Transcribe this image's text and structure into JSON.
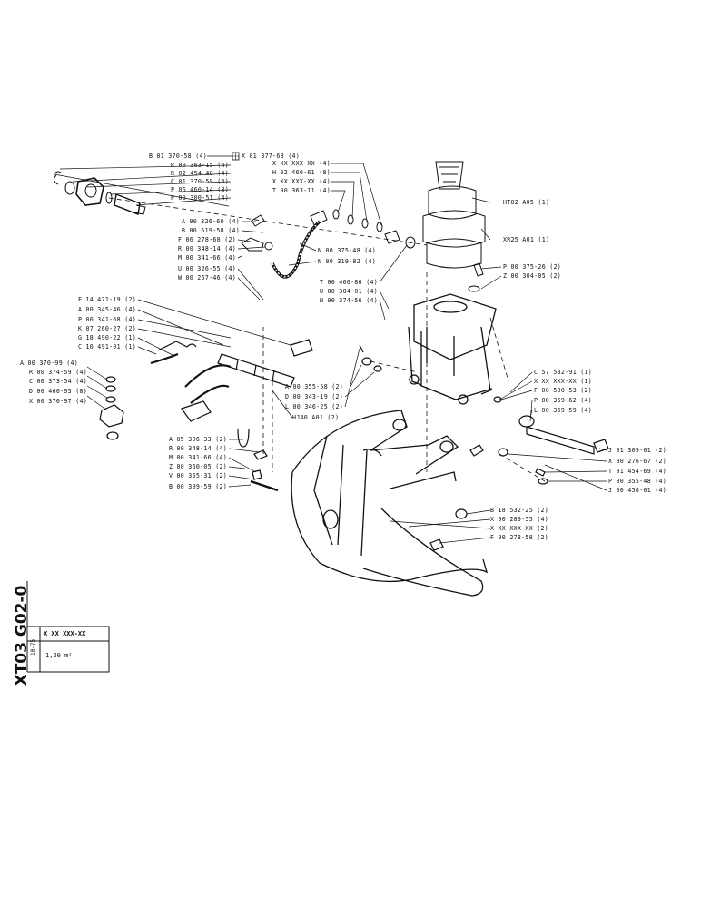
{
  "sheet": {
    "code": "XT03 G02-0",
    "title_code": "X XX XXX-XX",
    "date": "10-75",
    "capacity": "1,20 m²"
  },
  "labels": {
    "top_left": [
      "B 01 370-58 (4)",
      "R 00 363-15 (4)",
      "R 02 454-48 (4)",
      "C 01 370-59 (4)",
      "P 06 460-14 (8)",
      "P 00 300-51 (4)"
    ],
    "top_left_extra": "X 01 377-68 (4)",
    "top_mid": [
      "X XX XXX-XX (4)",
      "H 02 460-61 (8)",
      "X XX XXX-XX (4)",
      "T 00 363-11 (4)"
    ],
    "mid_left": [
      "A 00 326-60 (4)",
      "B 00 519-58 (4)",
      "F 06 278-68 (2)",
      "R 00 348-14 (4)",
      "M 00 341-66 (4)",
      "U 00 326-55 (4)",
      "W 00 267-46 (4)"
    ],
    "hose": [
      "N 00 375-48 (4)",
      "N 00 319-82 (4)"
    ],
    "mid_center": [
      "T 00 460-86 (4)",
      "U 00 304-01 (4)",
      "N 00 374-56 (4)"
    ],
    "rotator": [
      "HT02 A05 (1)",
      "XR25 A01 (1)"
    ],
    "right_top": [
      "P 00 375-26 (2)",
      "Z 00 304-05 (2)"
    ],
    "valve_group": [
      "F 14 471-19 (2)",
      "A 00 345-46 (4)",
      "P 00 341-68 (4)",
      "K 07 260-27 (2)",
      "G 18 490-22 (1)",
      "C 10 491-01 (1)"
    ],
    "far_left": [
      "A 00 370-99 (4)",
      "R 00 374-59 (4)",
      "C 00 373-54 (4)",
      "D 00 460-95 (8)",
      "X 00 370-97 (4)"
    ],
    "center_pins": [
      "A 00 355-58 (2)",
      "D 00 343-19 (2)",
      "L 00 346-25 (2)"
    ],
    "cylinder_ref": "HJ40 A01 (2)",
    "right_mid": [
      "C 57 532-91 (1)",
      "X XX XXX-XX (1)",
      "F 00 500-53 (2)",
      "P 00 359-62 (4)",
      "L 00 359-59 (4)"
    ],
    "right_low": [
      "J 01 309-01 (2)",
      "X 00 276-67 (2)",
      "T 01 454-69 (4)",
      "P 00 355-48 (4)",
      "J 00 458-01 (4)"
    ],
    "bottom_left": [
      "A 05 306-33 (2)",
      "R 00 348-14 (4)",
      "M 00 341-66 (4)",
      "Z 00 350-05 (2)",
      "V 00 355-31 (2)",
      "B 00 309-59 (2)"
    ],
    "bottom_right": [
      "B 18 532-25 (2)",
      "X 00 289-55 (4)",
      "X XX XXX-XX (2)",
      "F 00 278-58 (2)"
    ]
  }
}
